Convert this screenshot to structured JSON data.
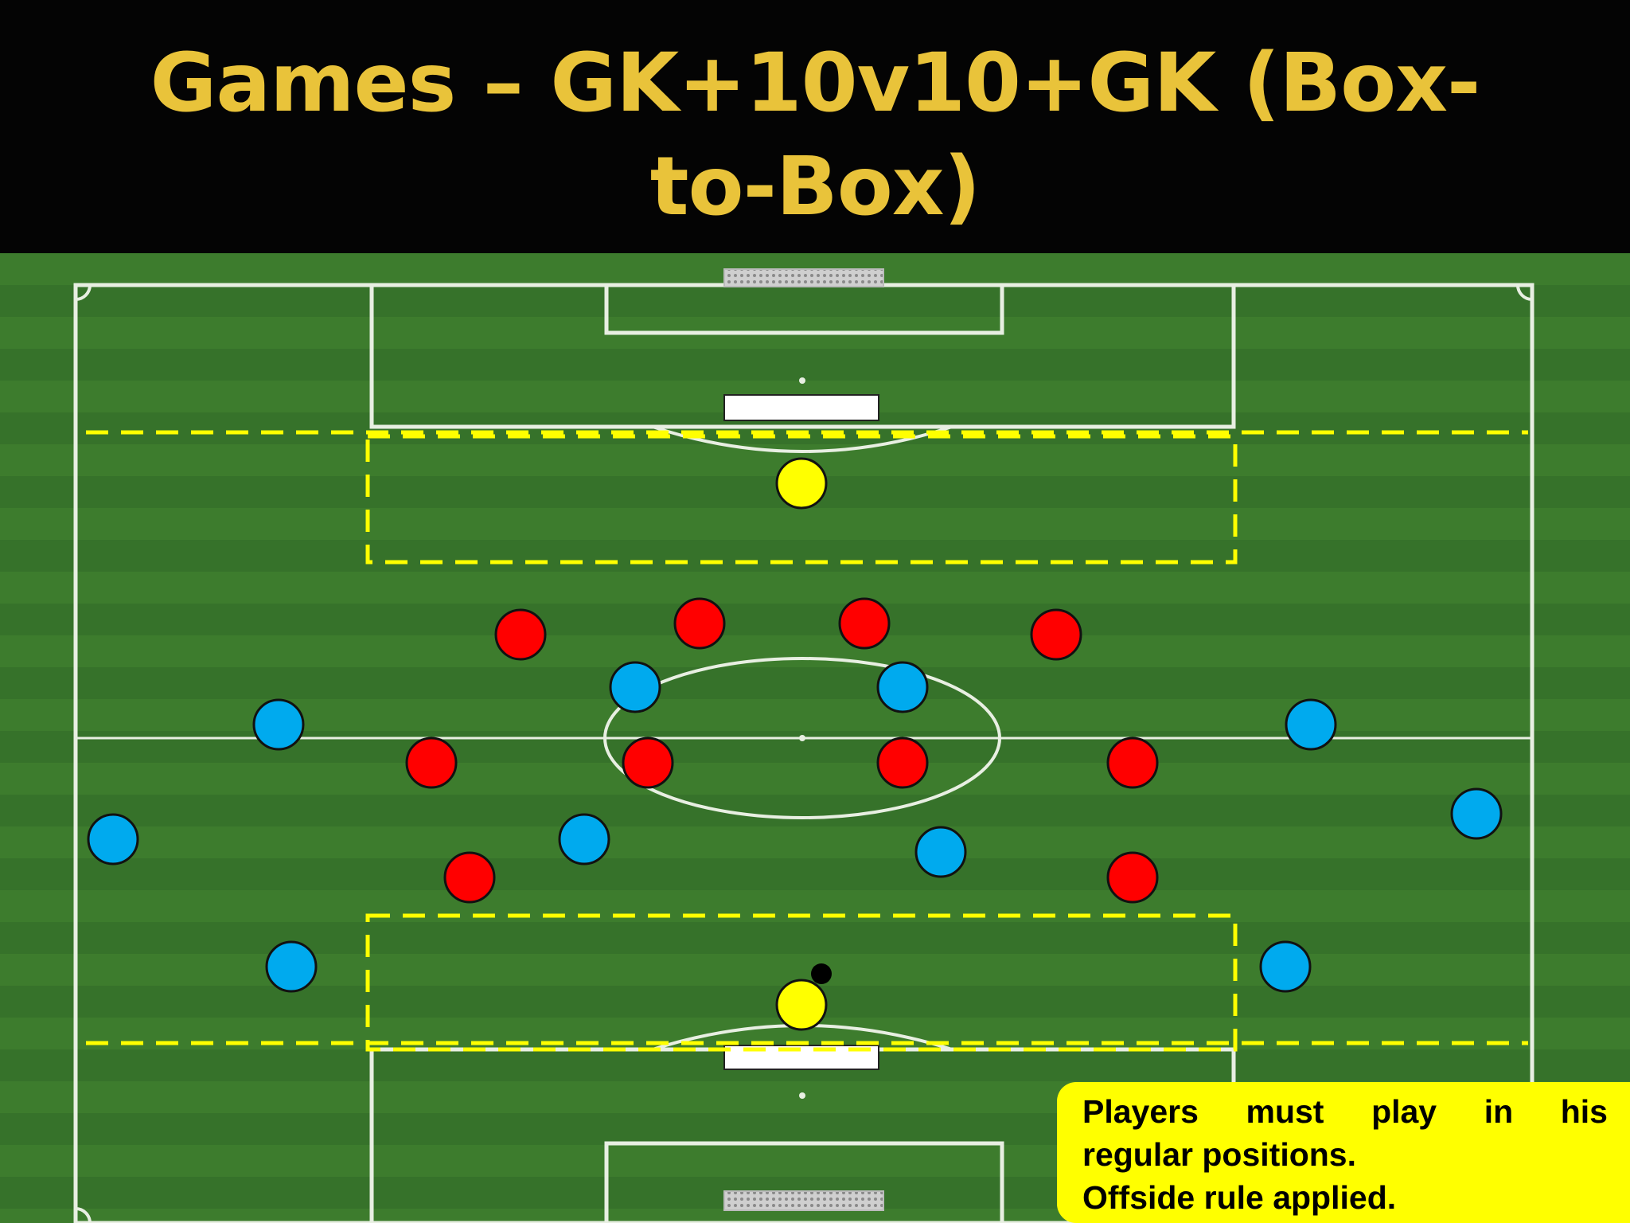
{
  "title": {
    "bold": "Games",
    "dash": " – ",
    "rest": "GK+10v10+GK (Box-to-Box)"
  },
  "note": {
    "line1_words": [
      "Players",
      "must",
      "play",
      "in",
      "his"
    ],
    "line2": "regular positions.",
    "line3": "Offside rule applied."
  },
  "colors": {
    "title": "#e9c33a",
    "pitch": "#3c7a2c",
    "red_team": "#ff0000",
    "blue_team": "#00aaee",
    "goalkeeper": "#ffff00",
    "zone_line": "#ffff00",
    "note_bg": "#ffff00"
  },
  "teams": {
    "red": {
      "players": 10
    },
    "blue": {
      "players": 10
    },
    "goalkeepers": {
      "players": 2
    }
  },
  "ball": {
    "icon": "ball-icon"
  }
}
